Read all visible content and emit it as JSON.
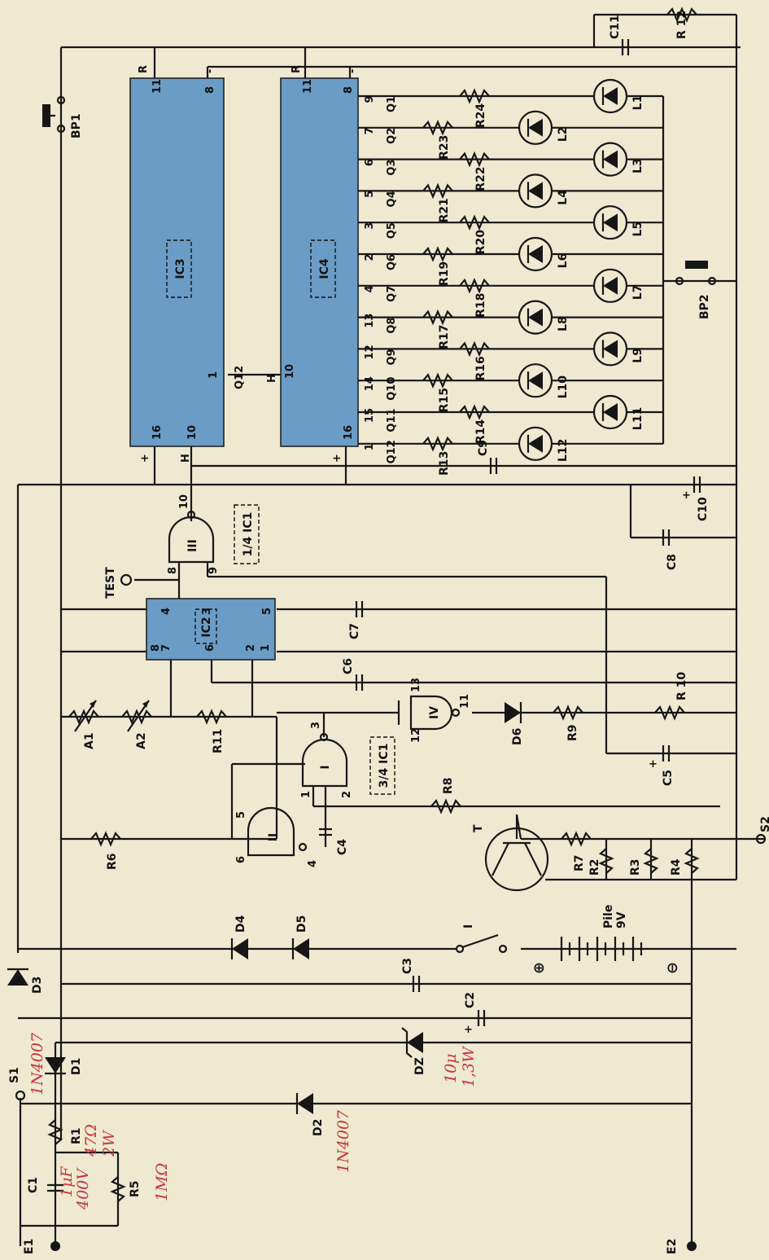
{
  "ics": {
    "ic3": "IC3",
    "ic4": "IC4",
    "ic2": "IC2",
    "pin_r": "R",
    "pin_minus": "-",
    "pin_plus": "+",
    "pin_h": "H",
    "ic3_q12": "Q12",
    "ic3_pins": {
      "p11": "11",
      "p8": "8",
      "p16": "16",
      "p10": "10",
      "p1": "1"
    },
    "ic4_pins": {
      "p11": "11",
      "p8": "8",
      "p10": "10",
      "p16": "16"
    },
    "ic2_pins": {
      "p4": "4",
      "p3": "3",
      "p5": "5",
      "p8": "8",
      "p7": "7",
      "p6": "6",
      "p2": "2",
      "p1": "1"
    }
  },
  "outputs": {
    "pins": [
      "9",
      "7",
      "6",
      "5",
      "3",
      "2",
      "4",
      "13",
      "12",
      "14",
      "15",
      "1"
    ],
    "q": [
      "Q1",
      "Q2",
      "Q3",
      "Q4",
      "Q5",
      "Q6",
      "Q7",
      "Q8",
      "Q9",
      "Q10",
      "Q11",
      "Q12"
    ],
    "resistors": [
      "R24",
      "R23",
      "R22",
      "R21",
      "R20",
      "R19",
      "R18",
      "R17",
      "R16",
      "R15",
      "R14",
      "R13"
    ],
    "leds": [
      "L1",
      "L2",
      "L3",
      "L4",
      "L5",
      "L6",
      "L7",
      "L8",
      "L9",
      "L10",
      "L11",
      "L12"
    ]
  },
  "gates": {
    "g3": "III",
    "g3_fraction": "1/4 IC1",
    "g3_pins": {
      "p10": "10",
      "p8": "8",
      "p9": "9"
    },
    "g4": "IV",
    "g4_pins": {
      "p13": "13",
      "p12": "12",
      "p11": "11"
    },
    "g1": "I",
    "g1_fraction": "3/4 IC1",
    "g1_pins": {
      "p3": "3",
      "p1": "1",
      "p2": "2"
    },
    "g2": "II",
    "g2_pins": {
      "p5": "5",
      "p6": "6",
      "p4": "4"
    }
  },
  "labels": {
    "test": "TEST",
    "bp1": "BP1",
    "bp2": "BP2",
    "c11": "C11",
    "r12": "R 12",
    "c9": "C9",
    "c10": "C10",
    "c8": "C8",
    "c7": "C7",
    "c6": "C6",
    "a1": "A1",
    "a2": "A2",
    "r11": "R11",
    "r10": "R 10",
    "r9": "R9",
    "d6": "D6",
    "c5": "C5",
    "r8": "R8",
    "c4": "C4",
    "r6": "R6",
    "t": "T",
    "r7": "R7",
    "r2": "R2",
    "r3": "R3",
    "r4": "R4",
    "s2": "S2",
    "d4": "D4",
    "d5": "D5",
    "switch": "I",
    "pile": "Pile",
    "pile_v": "9V",
    "plus": "⊕",
    "minus": "⊖",
    "d3": "D3",
    "c3": "C3",
    "c2": "C2",
    "dz": "DZ",
    "d1": "D1",
    "d2": "D2",
    "s1": "S1",
    "r1": "R1",
    "c1": "C1",
    "r5": "R5",
    "e1": "E1",
    "e2": "E2",
    "plus_sign": "+"
  },
  "handwritten": {
    "d1_part": "1N4007",
    "r1_value": "47Ω",
    "r1_power": "2W",
    "c1_value": "1μF",
    "c1_voltage": "400V",
    "r5_value": "1MΩ",
    "d2_part": "1N4007",
    "dz_value": "10μ",
    "dz_voltage": "1,3W"
  },
  "colors": {
    "ic_fill": "#6a9cc6",
    "ink": "#161616",
    "paper": "#efe9d2",
    "annotation": "#c8353f"
  }
}
